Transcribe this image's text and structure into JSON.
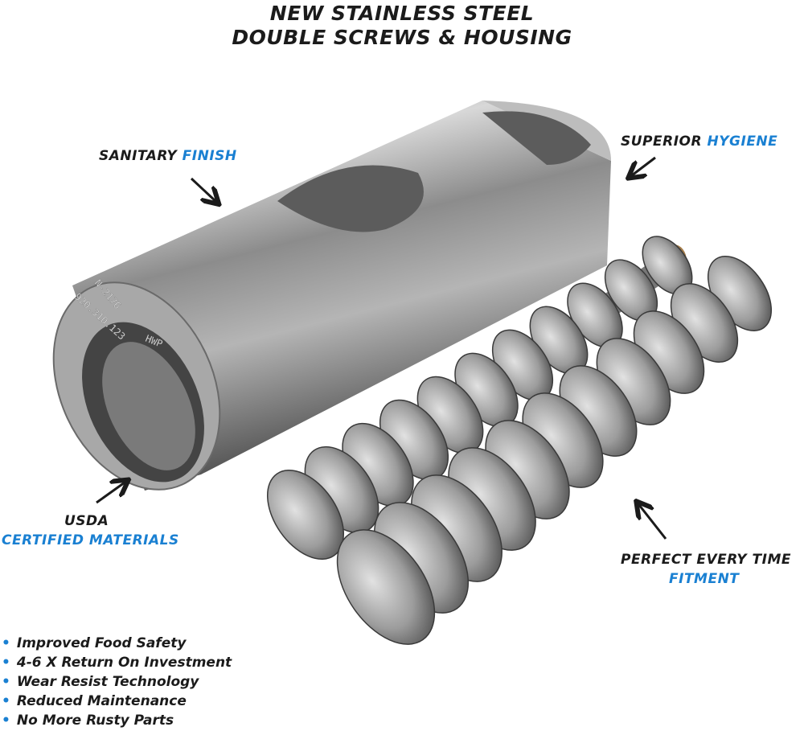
{
  "title": {
    "line1": "New Stainless Steel",
    "line2": "Double Screws & Housing"
  },
  "callouts": {
    "sanitary": {
      "text": "Sanitary ",
      "highlight": "Finish"
    },
    "hygiene": {
      "text": "Superior ",
      "highlight": "Hygiene"
    },
    "usda": {
      "text": "USDA",
      "highlight": "Certified Materials"
    },
    "fitment": {
      "text": "Perfect Every Time",
      "highlight": "Fitment"
    }
  },
  "bullets": [
    "Improved Food Safety",
    "4-6 X Return On Investment",
    "Wear Resist Technology",
    "Reduced Maintenance",
    "No More Rusty Parts"
  ],
  "engraving": [
    "N-2176",
    "920.310.123",
    "HWP"
  ],
  "colors": {
    "accent": "#1a80d2",
    "text": "#1b1b1b",
    "steel": "#9a9a9a"
  }
}
